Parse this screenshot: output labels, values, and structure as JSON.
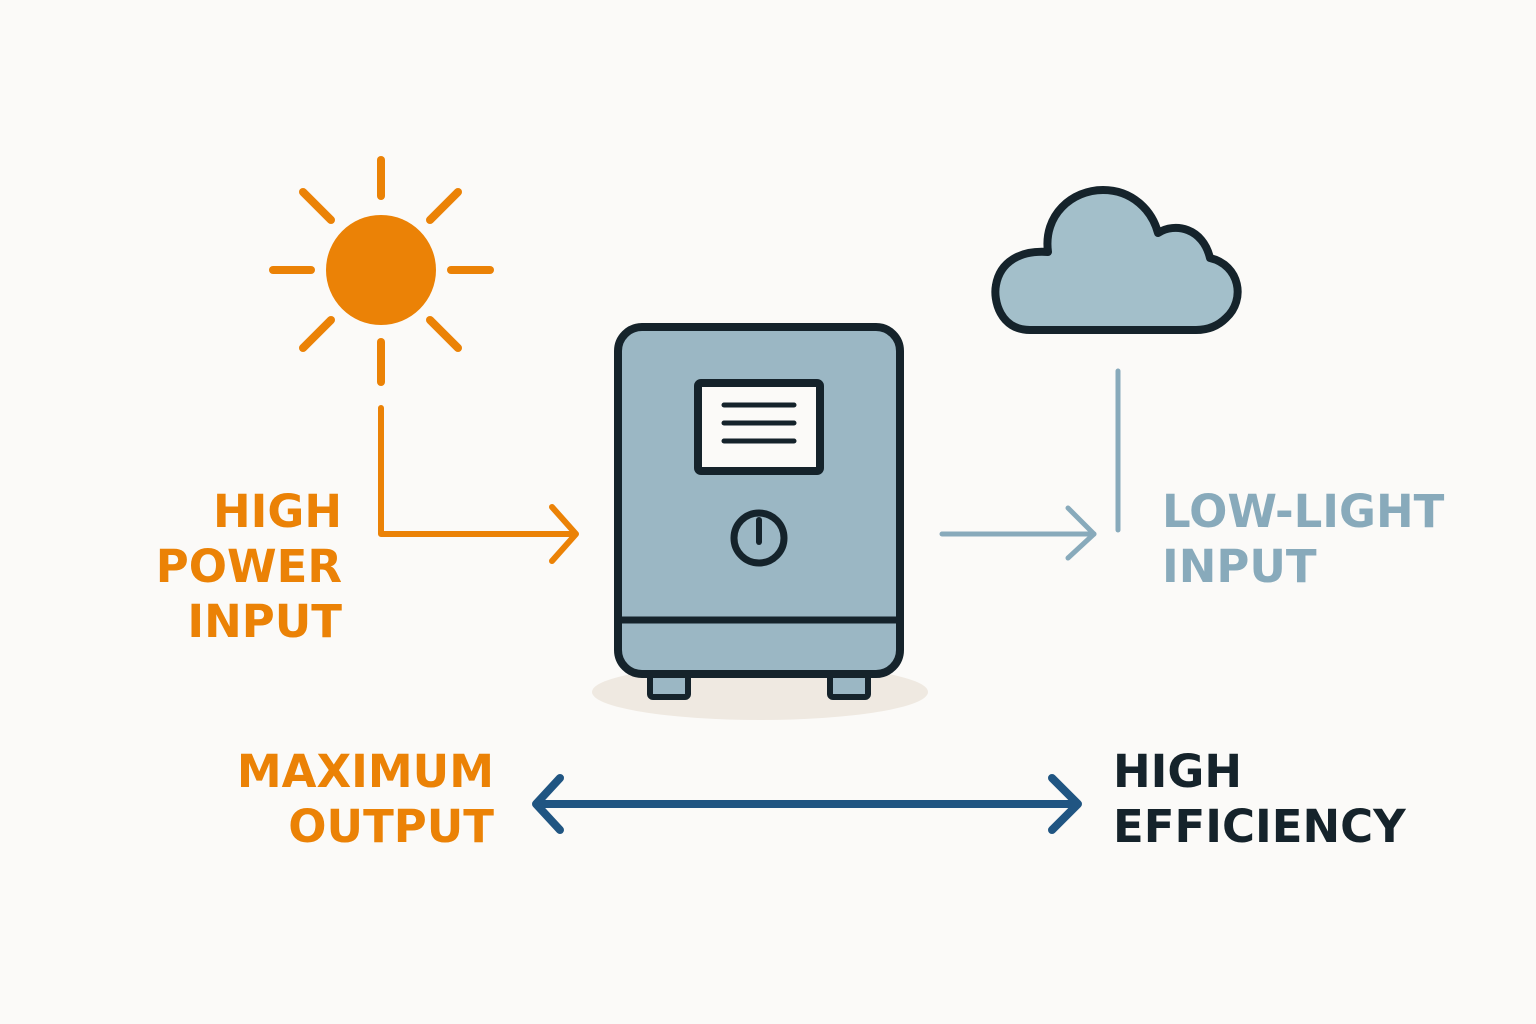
{
  "colors": {
    "background": "#fbfaf8",
    "sun": "#eb8206",
    "device_fill": "#9bb7c4",
    "outline": "#15232b",
    "cloud_fill": "#a3bfca",
    "low_light": "#88aabb",
    "efficiency_arrow": "#205582",
    "high_efficiency_text": "#15232b",
    "shadow": "#efe9e1"
  },
  "icons": {
    "sun": "sun-icon",
    "cloud": "cloud-icon",
    "device": "power-station-device",
    "power_button": "power-button-icon"
  },
  "labels": {
    "high_power_input": [
      "HIGH",
      "POWER",
      "INPUT"
    ],
    "low_light_input": [
      "LOW-LIGHT",
      "INPUT"
    ],
    "maximum_output": [
      "MAXIMUM",
      "OUTPUT"
    ],
    "high_efficiency": [
      "HIGH",
      "EFFICIENCY"
    ]
  }
}
